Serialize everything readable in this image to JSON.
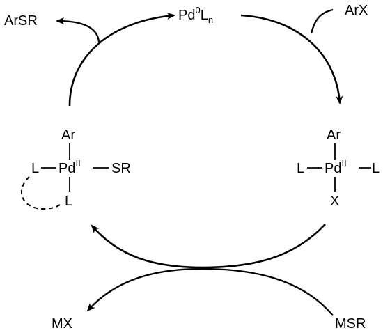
{
  "labels": {
    "arsr": "ArSR",
    "pd0": {
      "base": "Pd",
      "sup": "0",
      "l": "L",
      "sub": "n"
    },
    "arx": "ArX",
    "left_complex": {
      "ar": "Ar",
      "l_left": "L",
      "pd": "Pd",
      "ox": "II",
      "sr": "SR",
      "l_bottom": "L"
    },
    "right_complex": {
      "ar": "Ar",
      "l_left": "L",
      "pd": "Pd",
      "ox": "II",
      "l_right": "L",
      "x": "X"
    },
    "mx": "MX",
    "msr": "MSR"
  }
}
